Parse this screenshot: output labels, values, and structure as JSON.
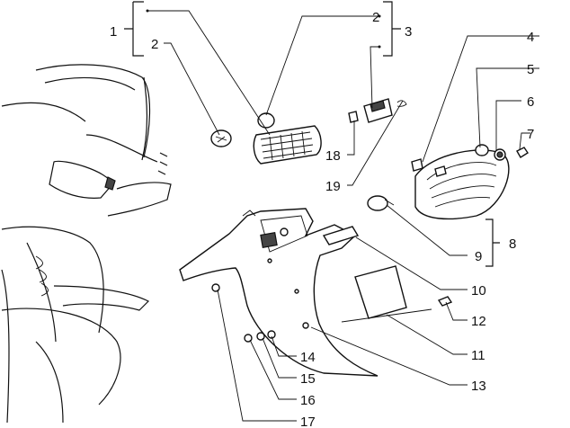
{
  "callouts": [
    {
      "id": "c1",
      "label": "1"
    },
    {
      "id": "c2a",
      "label": "2"
    },
    {
      "id": "c2b",
      "label": "2"
    },
    {
      "id": "c3",
      "label": "3"
    },
    {
      "id": "c4",
      "label": "4"
    },
    {
      "id": "c5",
      "label": "5"
    },
    {
      "id": "c6",
      "label": "6"
    },
    {
      "id": "c7",
      "label": "7"
    },
    {
      "id": "c8",
      "label": "8"
    },
    {
      "id": "c9",
      "label": "9"
    },
    {
      "id": "c10",
      "label": "10"
    },
    {
      "id": "c11",
      "label": "11"
    },
    {
      "id": "c12",
      "label": "12"
    },
    {
      "id": "c13",
      "label": "13"
    },
    {
      "id": "c14",
      "label": "14"
    },
    {
      "id": "c15",
      "label": "15"
    },
    {
      "id": "c16",
      "label": "16"
    },
    {
      "id": "c17",
      "label": "17"
    },
    {
      "id": "c18",
      "label": "18"
    },
    {
      "id": "c19",
      "label": "19"
    }
  ]
}
